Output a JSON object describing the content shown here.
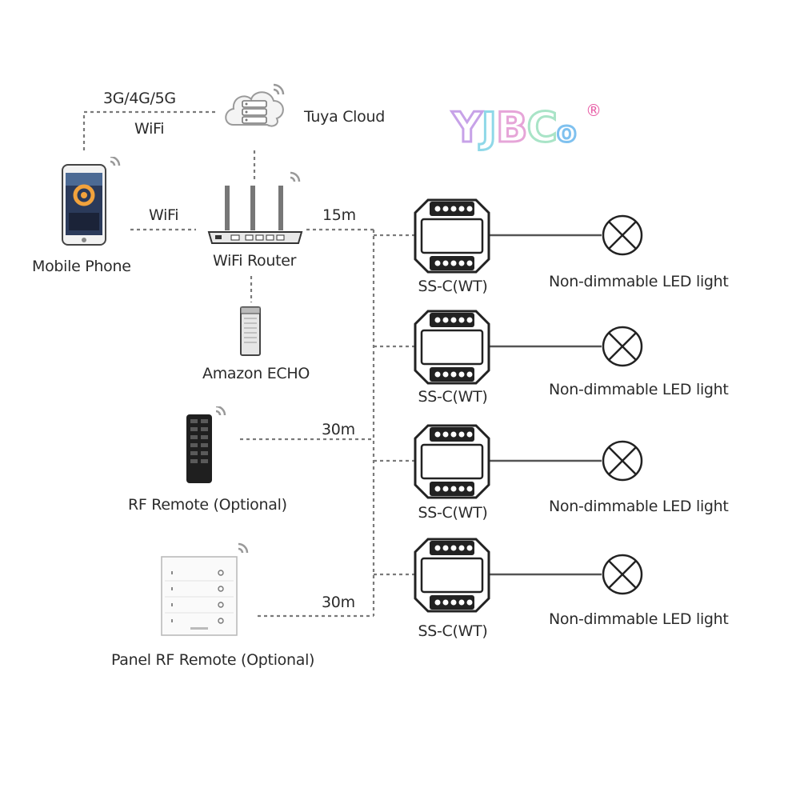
{
  "brand": {
    "logo_text": "YJBCo",
    "registered_mark": "®",
    "letters": [
      "Y",
      "J",
      "B",
      "C",
      "o"
    ],
    "letter_colors": [
      "#c7a2e8",
      "#8fd8e8",
      "#e6a5d8",
      "#a9e4c7",
      "#7fc1ef"
    ]
  },
  "cloud": {
    "name": "Tuya Cloud",
    "network_label_cellular": "3G/4G/5G",
    "network_label_wifi": "WiFi"
  },
  "phone": {
    "name": "Mobile Phone",
    "link_label": "WiFi"
  },
  "router": {
    "name": "WiFi Router",
    "distance_label": "15m"
  },
  "echo": {
    "name": "Amazon ECHO"
  },
  "rf_remote": {
    "name": "RF Remote (Optional)",
    "distance_label": "30m"
  },
  "panel_remote": {
    "name": "Panel RF Remote (Optional)",
    "distance_label": "30m"
  },
  "controllers": [
    {
      "model": "SS-C(WT)",
      "load": "Non-dimmable LED light"
    },
    {
      "model": "SS-C(WT)",
      "load": "Non-dimmable LED light"
    },
    {
      "model": "SS-C(WT)",
      "load": "Non-dimmable LED light"
    },
    {
      "model": "SS-C(WT)",
      "load": "Non-dimmable LED light"
    }
  ],
  "colors": {
    "line": "#555555",
    "dashed": "#7a7a7a",
    "device_outline": "#222222"
  },
  "icons": [
    "cloud-server-icon",
    "phone-icon",
    "router-icon",
    "echo-speaker-icon",
    "rf-remote-icon",
    "panel-remote-icon",
    "controller-module-icon",
    "lamp-icon",
    "signal-waves-icon"
  ]
}
